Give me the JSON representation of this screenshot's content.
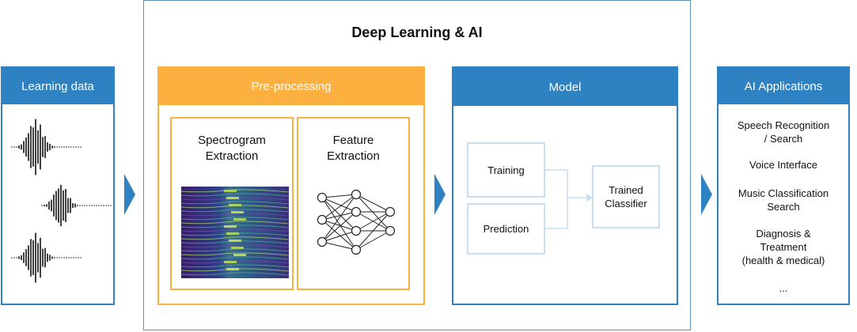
{
  "main_title": "Deep Learning & AI",
  "learning_data": {
    "header": "Learning data"
  },
  "preprocessing": {
    "header": "Pre-processing",
    "spectrogram_title": "Spectrogram\nExtraction",
    "feature_title": "Feature\nExtraction"
  },
  "model": {
    "header": "Model",
    "training": "Training",
    "prediction": "Prediction",
    "classifier": "Trained\nClassifier"
  },
  "ai_applications": {
    "header": "AI Applications",
    "items": [
      "Speech Recognition\n/ Search",
      "Voice Interface",
      "Music Classification\nSearch",
      "Diagnosis &\nTreatment\n(health & medical)",
      "..."
    ]
  },
  "colors": {
    "blue": "#2e82c2",
    "orange": "#fbb040",
    "light_blue": "#c9dff0"
  }
}
